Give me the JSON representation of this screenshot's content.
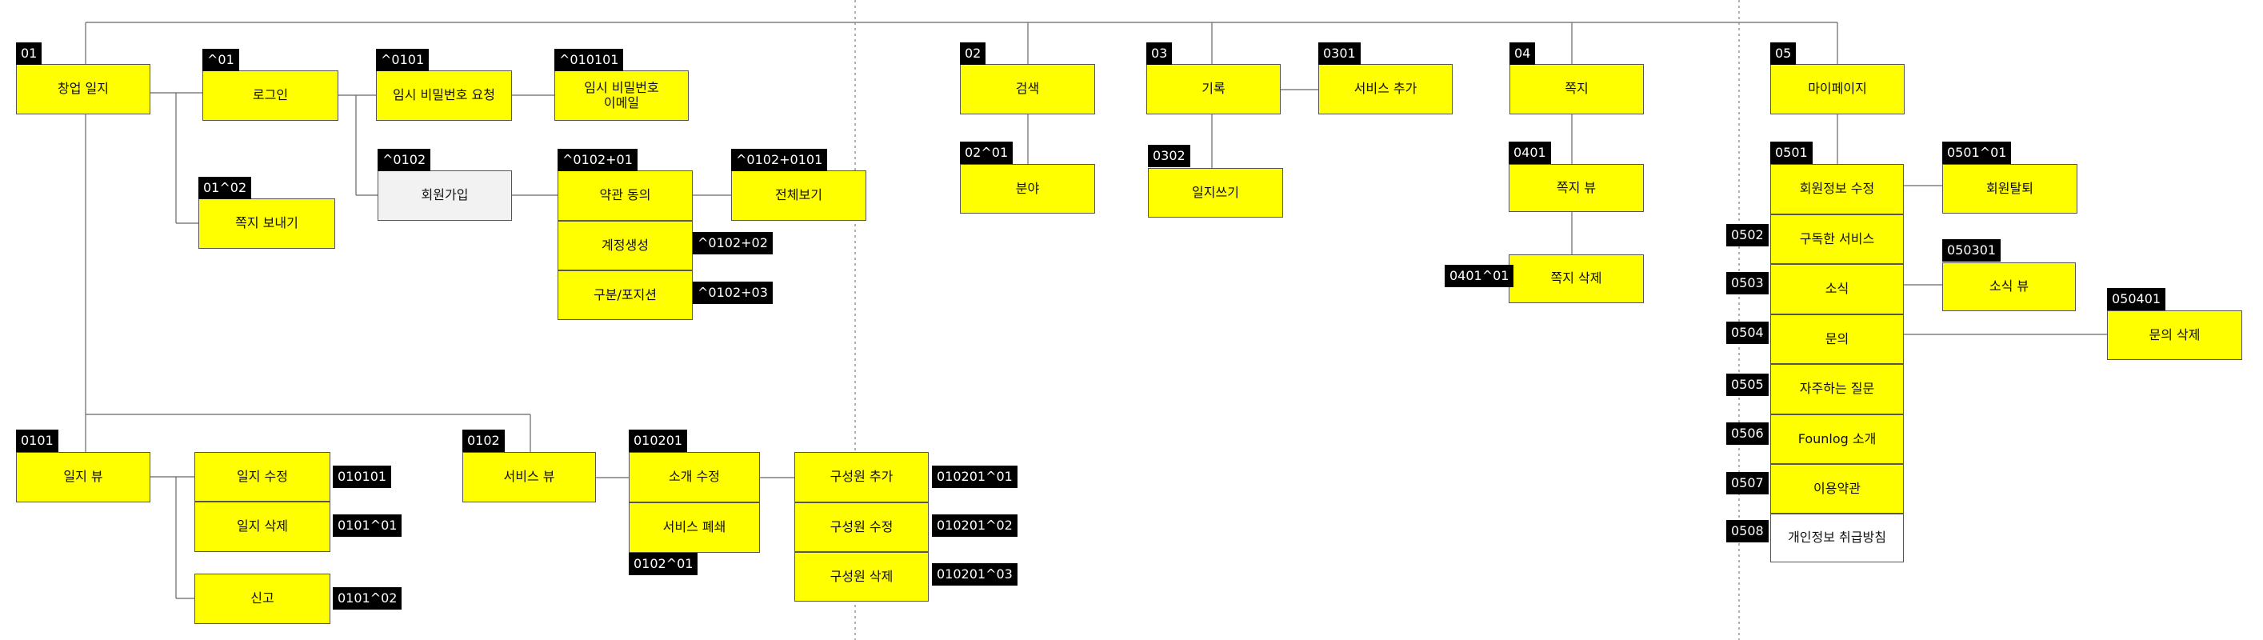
{
  "nodes": {
    "n01": "창업 일지",
    "n_01": "로그인",
    "n_0101": "임시 비밀번호 요청",
    "n_010101": "임시 비밀번호\n이메일",
    "n_0102": "회원가입",
    "n_0102_01": "약관 동의",
    "n_0102_0101": "전체보기",
    "n_0102_02": "계정생성",
    "n_0102_03": "구분/포지션",
    "n01_02": "쪽지 보내기",
    "n0101": "일지 뷰",
    "n010101": "일지 수정",
    "n0101_01": "일지 삭제",
    "n0101_02": "신고",
    "n0102": "서비스 뷰",
    "n010201": "소개 수정",
    "n0102_01": "서비스 폐쇄",
    "n010201_01": "구성원 추가",
    "n010201_02": "구성원 수정",
    "n010201_03": "구성원 삭제",
    "n02": "검색",
    "n02_01": "분야",
    "n03": "기록",
    "n0301": "서비스 추가",
    "n0302": "일지쓰기",
    "n04": "쪽지",
    "n0401": "쪽지 뷰",
    "n0401_01": "쪽지 삭제",
    "n05": "마이페이지",
    "n0501": "회원정보 수정",
    "n0501_01": "회원탈퇴",
    "n0502": "구독한 서비스",
    "n0503": "소식",
    "n050301": "소식 뷰",
    "n0504": "문의",
    "n050401": "문의 삭제",
    "n0505": "자주하는 질문",
    "n0506": "Founlog 소개",
    "n0507": "이용약관",
    "n0508": "개인정보 취급방침"
  },
  "tags": {
    "n01": "01",
    "n_01": "^01",
    "n_0101": "^0101",
    "n_010101": "^010101",
    "n_0102": "^0102",
    "n_0102_01": "^0102+01",
    "n_0102_0101": "^0102+0101",
    "n_0102_02": "^0102+02",
    "n_0102_03": "^0102+03",
    "n01_02": "01^02",
    "n0101": "0101",
    "n010101": "010101",
    "n0101_01": "0101^01",
    "n0101_02": "0101^02",
    "n0102": "0102",
    "n010201": "010201",
    "n0102_01": "0102^01",
    "n010201_01": "010201^01",
    "n010201_02": "010201^02",
    "n010201_03": "010201^03",
    "n02": "02",
    "n02_01": "02^01",
    "n03": "03",
    "n0301": "0301",
    "n0302": "0302",
    "n04": "04",
    "n0401": "0401",
    "n0401_01": "0401^01",
    "n05": "05",
    "n0501": "0501",
    "n0501_01": "0501^01",
    "n0502": "0502",
    "n0503": "0503",
    "n050301": "050301",
    "n0504": "0504",
    "n050401": "050401",
    "n0505": "0505",
    "n0506": "0506",
    "n0507": "0507",
    "n0508": "0508"
  },
  "colors": {
    "node_fill": "#ffff00",
    "node_fill_gray": "#f2f2f2",
    "node_fill_white": "#ffffff",
    "tag_fill": "#000000",
    "tag_text": "#ffffff",
    "line": "#666666"
  }
}
